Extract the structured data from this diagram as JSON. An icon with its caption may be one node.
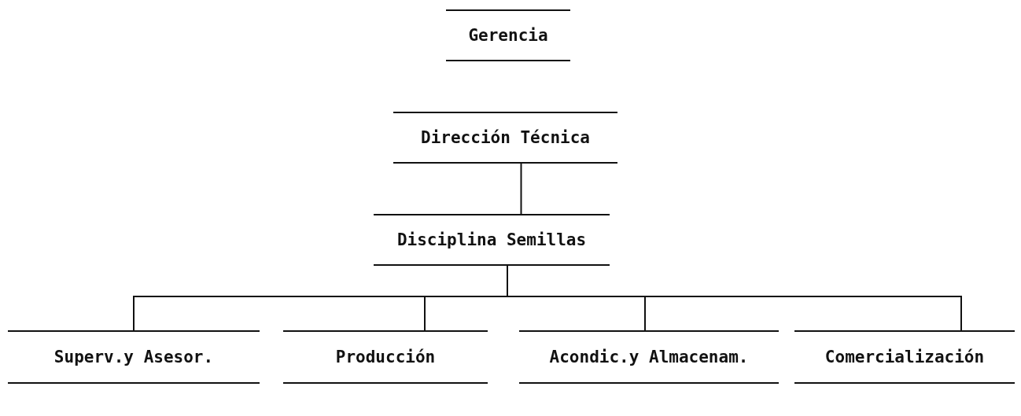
{
  "diagram": {
    "nodes": [
      {
        "text": [
          "Gerencia"
        ]
      },
      {
        "text": [
          "Dirección Técnica"
        ]
      },
      {
        "text": [
          "Disciplina Semillas"
        ]
      },
      {
        "text": [
          "Superv.y Asesor."
        ]
      },
      {
        "text": [
          "Producción"
        ]
      },
      {
        "text": [
          "Acondic.y Almacenam."
        ]
      },
      {
        "text": [
          "Comercialización"
        ]
      }
    ],
    "edges": [
      {
        "from": 1,
        "to": 2,
        "arrow": "none"
      },
      {
        "from": 2,
        "to": 3,
        "arrow": "none"
      },
      {
        "from": 2,
        "to": 4,
        "arrow": "none"
      },
      {
        "from": 2,
        "to": 5,
        "arrow": "none"
      },
      {
        "from": 2,
        "to": 6,
        "arrow": "none"
      }
    ]
  }
}
